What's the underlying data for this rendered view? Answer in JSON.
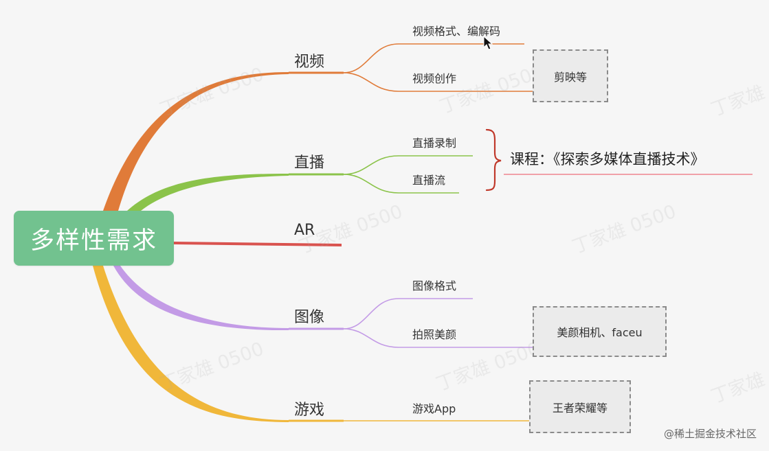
{
  "root": {
    "label": "多样性需求",
    "color": "#72c28f"
  },
  "branches": [
    {
      "id": "video",
      "label": "视频",
      "color": "#e07b39",
      "children": [
        {
          "label": "视频格式、编解码"
        },
        {
          "label": "视频创作",
          "note": "剪映等"
        }
      ]
    },
    {
      "id": "live",
      "label": "直播",
      "color": "#8bc34a",
      "children": [
        {
          "label": "直播录制"
        },
        {
          "label": "直播流"
        }
      ]
    },
    {
      "id": "ar",
      "label": "AR",
      "color": "#d9534f",
      "children": []
    },
    {
      "id": "image",
      "label": "图像",
      "color": "#c39be6",
      "children": [
        {
          "label": "图像格式"
        },
        {
          "label": "拍照美颜",
          "note": "美颜相机、faceu"
        }
      ]
    },
    {
      "id": "game",
      "label": "游戏",
      "color": "#f0b73a",
      "children": [
        {
          "label": "游戏App",
          "note": "王者荣耀等"
        }
      ]
    }
  ],
  "course_note": {
    "text": "课程：《探索多媒体直播技术》",
    "brace_color": "#c0392b",
    "underline_color": "#f0a0a8"
  },
  "watermark": "丁家雄 0500",
  "corner_credit": "@稀土掘金技术社区"
}
